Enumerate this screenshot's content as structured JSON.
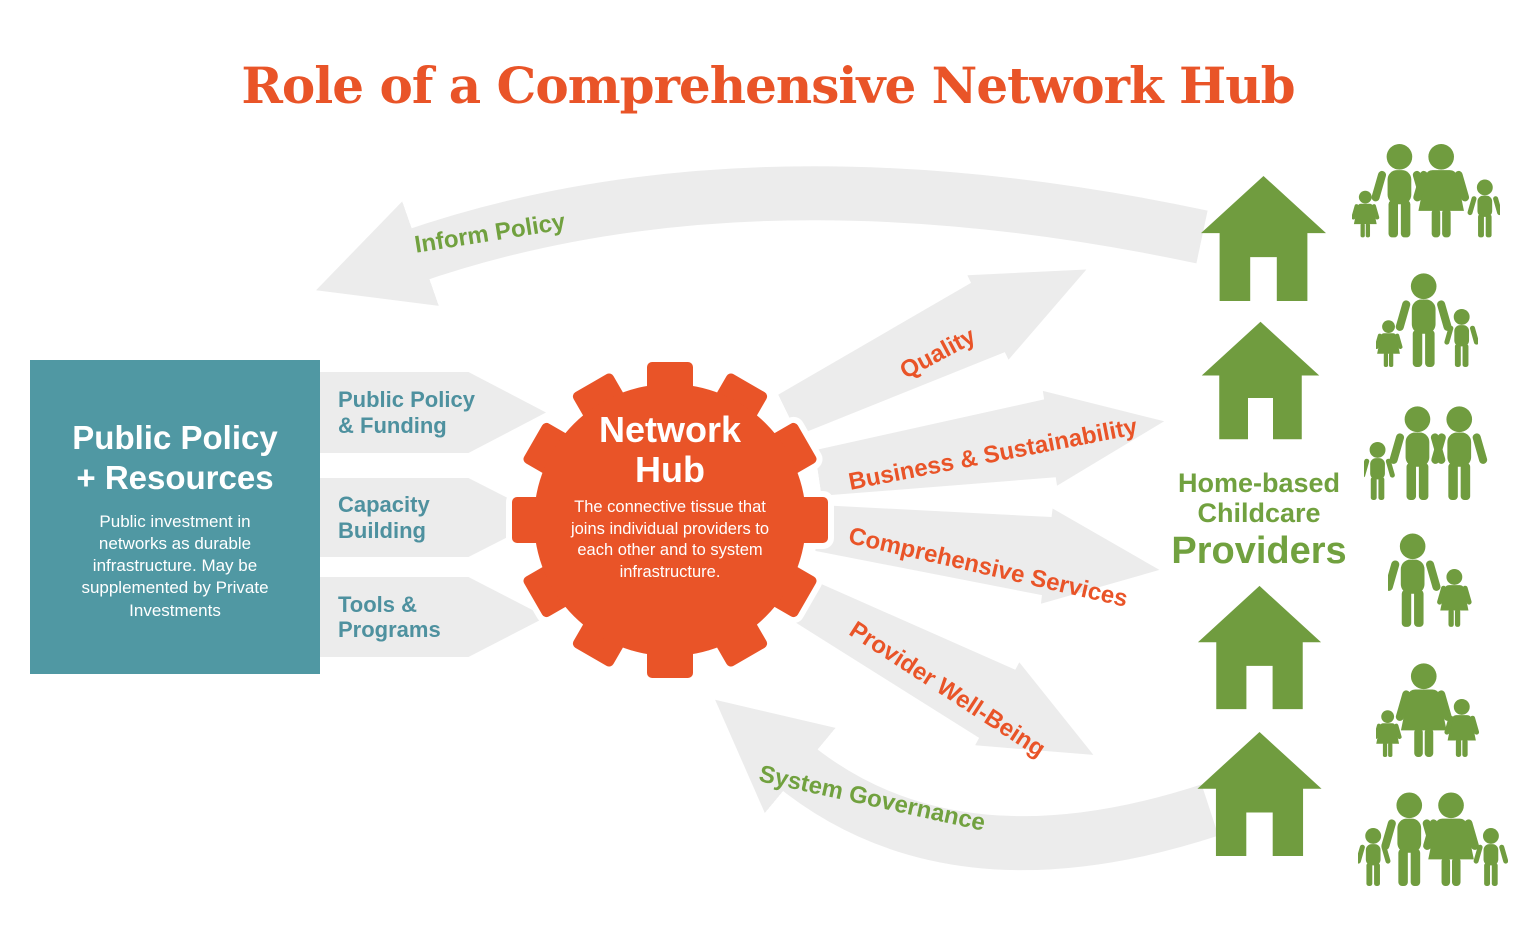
{
  "title": "Role of a Comprehensive Network Hub",
  "colors": {
    "orange": "#E95428",
    "teal": "#5098A3",
    "teal_text": "#4E919F",
    "green": "#71A13F",
    "arrow_gray": "#ECECEC",
    "white": "#FFFFFF"
  },
  "policy_box": {
    "heading_line1": "Public Policy",
    "heading_line2": "+ Resources",
    "body": "Public investment in networks as durable infrastructure. May be supplemented by Private Investments"
  },
  "input_arrows": [
    {
      "line1": "Public Policy",
      "line2": "& Funding"
    },
    {
      "line1": "Capacity",
      "line2": "Building"
    },
    {
      "line1": "Tools &",
      "line2": "Programs"
    }
  ],
  "hub": {
    "heading_line1": "Network",
    "heading_line2": "Hub",
    "body": "The connective tissue that joins individual providers to each other and to system infrastructure.",
    "icon": "gear-icon"
  },
  "output_arrows": [
    "Quality",
    "Business & Sustainability",
    "Comprehensive Services",
    "Provider Well-Being"
  ],
  "curved_arrows": {
    "top_label": "Inform Policy",
    "bottom_label": "System Governance"
  },
  "providers_label": {
    "line1": "Home-based",
    "line2": "Childcare",
    "line3": "Providers"
  },
  "providers": {
    "house_icon": "house-icon",
    "houses": 4,
    "families": [
      {
        "members": [
          "girl-small",
          "man",
          "woman",
          "boy"
        ]
      },
      {
        "members": [
          "girl-small",
          "man",
          "boy"
        ]
      },
      {
        "members": [
          "boy",
          "man",
          "man"
        ]
      },
      {
        "members": [
          "man",
          "girl"
        ]
      },
      {
        "members": [
          "girl-small",
          "woman",
          "girl"
        ]
      },
      {
        "members": [
          "boy",
          "man",
          "woman",
          "boy"
        ]
      }
    ]
  }
}
